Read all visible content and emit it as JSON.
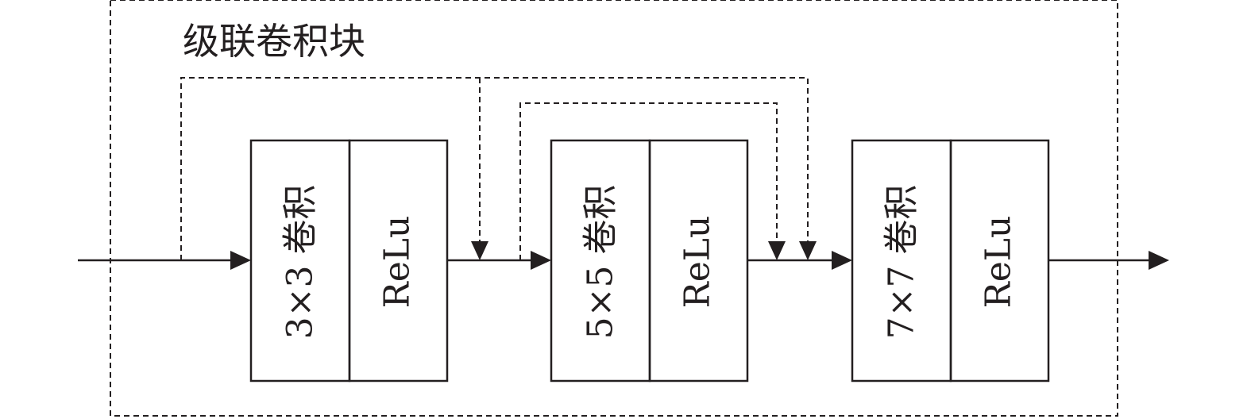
{
  "diagram": {
    "container_title": "级联卷积块",
    "blocks": [
      {
        "conv_label": "3×3 卷积",
        "act_label": "ReLu"
      },
      {
        "conv_label": "5×5 卷积",
        "act_label": "ReLu"
      },
      {
        "conv_label": "7×7 卷积",
        "act_label": "ReLu"
      }
    ]
  },
  "colors": {
    "stroke": "#231f20",
    "background": "#ffffff"
  }
}
